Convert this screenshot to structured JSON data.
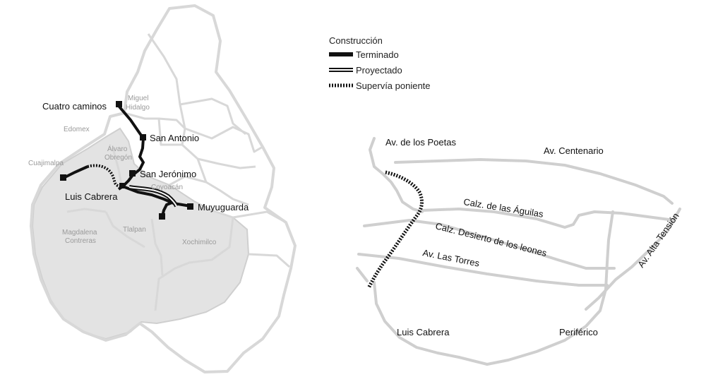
{
  "colors": {
    "boundary": "#d8d8d8",
    "fill_shaded": "#e3e3e3",
    "route": "#111111",
    "minor_text": "#9a9a9a",
    "road": "#cfcfcf"
  },
  "left_map": {
    "stations": {
      "cuatro_caminos": "Cuatro caminos",
      "san_antonio": "San Antonio",
      "san_jeronimo": "San Jerónimo",
      "luis_cabrera": "Luis Cabrera",
      "muyuguarda": "Muyuguarda"
    },
    "areas": {
      "miguel": "Miguel",
      "hidalgo": "Hidalgo",
      "edomex": "Edomex",
      "alvaro": "Álvaro",
      "obregon": "Obregón",
      "cuajimalpa": "Cuajimalpa",
      "coyoacan": "Coyoacán",
      "magdalena": "Magdalena",
      "contreras": "Contreras",
      "tlalpan": "Tlalpan",
      "xochimilco": "Xochimilco"
    }
  },
  "legend": {
    "title": "Construcción",
    "items": [
      {
        "label": "Terminado",
        "style": "solid"
      },
      {
        "label": "Proyectado",
        "style": "double"
      },
      {
        "label": "Supervía poniente",
        "style": "dotted"
      }
    ]
  },
  "right_map": {
    "roads": {
      "poetas": "Av. de los Poetas",
      "centenario": "Av. Centenario",
      "aguilas": "Calz. de las Águilas",
      "desierto": "Calz. Desierto de los leones",
      "torres": "Av. Las Torres",
      "alta_tension": "Av. Alta Tensión",
      "luis_cabrera": "Luis Cabrera",
      "periferico": "Periférico"
    }
  }
}
